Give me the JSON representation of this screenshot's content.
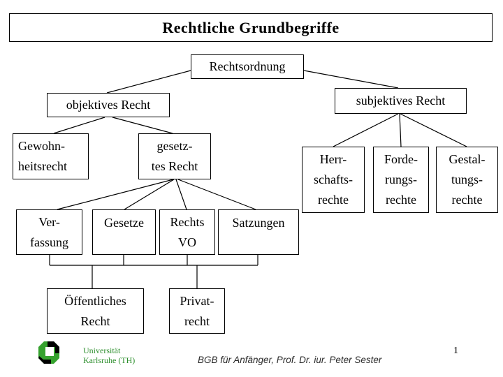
{
  "title": "Rechtliche Grundbegriffe",
  "tree": {
    "rechtsordnung": "Rechtsordnung",
    "objektives_recht": "objektives Recht",
    "subjektives_recht": "subjektives Recht",
    "gewohnheitsrecht": [
      "Gewohn-",
      "heitsrecht"
    ],
    "gesetztes_recht": [
      "gesetz-",
      "tes Recht"
    ],
    "herrschaftsrechte": [
      "Herr-",
      "schafts-",
      "rechte"
    ],
    "forderungsrechte": [
      "Forde-",
      "rungs-",
      "rechte"
    ],
    "gestaltungsrechte": [
      "Gestal-",
      "tungs-",
      "rechte"
    ],
    "verfassung": [
      "Ver-",
      "fassung"
    ],
    "gesetze": "Gesetze",
    "rechts_vo": [
      "Rechts",
      "VO"
    ],
    "satzungen": "Satzungen",
    "oeffentliches_recht": [
      "Öffentliches",
      "Recht"
    ],
    "privatrecht": [
      "Privat-",
      "recht"
    ]
  },
  "footer": {
    "university_line1": "Universität",
    "university_line2": "Karlsruhe (TH)",
    "course": "BGB für Anfänger, Prof. Dr. iur. Peter Sester",
    "page_number": "1"
  },
  "colors": {
    "university_green": "#2e8f2e",
    "logo_green": "#35a22e",
    "line_black": "#000000"
  }
}
